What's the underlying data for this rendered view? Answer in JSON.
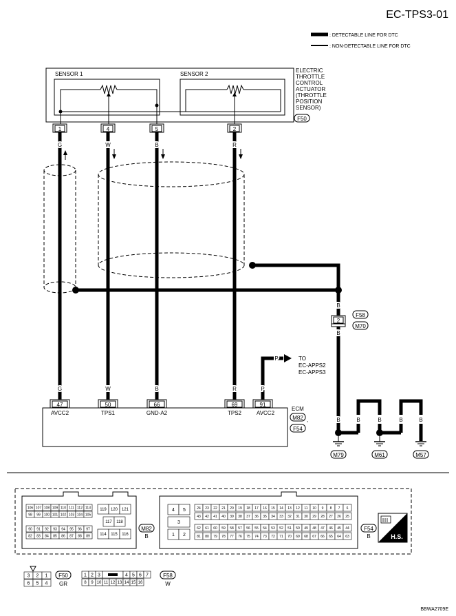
{
  "header": {
    "code": "EC-TPS3-01"
  },
  "legend": {
    "detectable": ": DETECTABLE LINE FOR DTC",
    "non_detectable": ": NON-DETECTABLE LINE FOR DTC"
  },
  "actuator": {
    "sensor1": "SENSOR 1",
    "sensor2": "SENSOR 2",
    "label_lines": [
      "ELECTRIC",
      "THROTTLE",
      "CONTROL",
      "ACTUATOR",
      "(THROTTLE",
      "POSITION",
      "SENSOR)"
    ],
    "connector": "F50",
    "pins": [
      "1",
      "4",
      "5",
      "2"
    ]
  },
  "wires": {
    "colors_top": [
      "G",
      "W",
      "B",
      "R"
    ],
    "colors_bottom": [
      "G",
      "W",
      "B",
      "R",
      "P"
    ]
  },
  "ground": {
    "color_top": "B",
    "joint_pin": "2",
    "joint_connectors": [
      "F58",
      "M70"
    ],
    "color_mid": "B",
    "branch_colors": [
      "B",
      "B",
      "B",
      "B",
      "B"
    ],
    "grounds": [
      "M79",
      "M61",
      "M57"
    ]
  },
  "apps": {
    "color": "P",
    "to": "TO",
    "targets": [
      "EC-APPS2",
      "EC-APPS3"
    ]
  },
  "ecm": {
    "name": "ECM",
    "connectors": [
      "M82",
      "F54"
    ],
    "terminals": [
      {
        "num": "47",
        "label": "AVCC2"
      },
      {
        "num": "50",
        "label": "TPS1"
      },
      {
        "num": "66",
        "label": "GND-A2"
      },
      {
        "num": "69",
        "label": "TPS2"
      },
      {
        "num": "91",
        "label": "AVCC2"
      }
    ]
  },
  "connector_views": {
    "m82": {
      "id": "M82",
      "color": "B",
      "rows_top": [
        [
          "106",
          "107",
          "108",
          "109",
          "110",
          "111",
          "112",
          "113"
        ],
        [
          "98",
          "99",
          "100",
          "101",
          "102",
          "103",
          "104",
          "105"
        ]
      ],
      "rows_bottom": [
        [
          "90",
          "91",
          "92",
          "93",
          "94",
          "95",
          "96",
          "97"
        ],
        [
          "82",
          "83",
          "84",
          "85",
          "86",
          "87",
          "88",
          "89"
        ]
      ],
      "center_top": [
        "119",
        "120",
        "121"
      ],
      "center_mid": [
        "117",
        "118"
      ],
      "center_bottom": [
        "114",
        "115",
        "116"
      ]
    },
    "f54": {
      "id": "F54",
      "color": "B",
      "left_top": [
        "4",
        "5"
      ],
      "left_mid": [
        "3"
      ],
      "left_bottom": [
        "1",
        "2"
      ],
      "rows": [
        [
          "24",
          "23",
          "22",
          "21",
          "20",
          "19",
          "18",
          "17",
          "16",
          "15",
          "14",
          "13",
          "12",
          "11",
          "10",
          "9",
          "8",
          "7",
          "6"
        ],
        [
          "43",
          "42",
          "41",
          "40",
          "39",
          "38",
          "37",
          "36",
          "35",
          "34",
          "33",
          "32",
          "31",
          "30",
          "29",
          "28",
          "27",
          "26",
          "25"
        ],
        [
          "62",
          "61",
          "60",
          "59",
          "58",
          "57",
          "56",
          "55",
          "54",
          "53",
          "52",
          "51",
          "50",
          "49",
          "48",
          "47",
          "46",
          "45",
          "44"
        ],
        [
          "81",
          "80",
          "79",
          "78",
          "77",
          "76",
          "75",
          "74",
          "73",
          "72",
          "71",
          "70",
          "69",
          "68",
          "67",
          "66",
          "65",
          "64",
          "63"
        ]
      ]
    },
    "hs": "H.S.",
    "f50": {
      "id": "F50",
      "color": "GR",
      "top": [
        "3",
        "2",
        "1"
      ],
      "bottom": [
        "6",
        "5",
        "4"
      ]
    },
    "f58": {
      "id": "F58",
      "color": "W",
      "top": [
        "1",
        "2",
        "3",
        "4",
        "5",
        "6",
        "7"
      ],
      "bottom": [
        "8",
        "9",
        "10",
        "11",
        "12",
        "13",
        "14",
        "15",
        "16"
      ]
    }
  },
  "footer": {
    "code": "BBWA2709E"
  }
}
